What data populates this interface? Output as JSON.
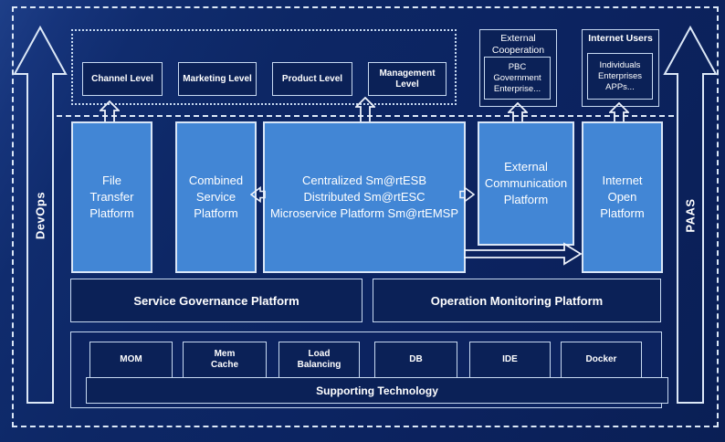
{
  "rails": {
    "devops": "DevOps",
    "paas": "PAAS"
  },
  "levels": {
    "items": [
      "Channel Level",
      "Marketing Level",
      "Product Level",
      "Management Level"
    ]
  },
  "external_cooperation": {
    "title": "External\nCooperation",
    "body": "PBC Government\nEnterprise..."
  },
  "internet_users": {
    "title": "Internet Users",
    "body": "Individuals\nEnterprises\nAPPs..."
  },
  "platforms": {
    "file_transfer": "File\nTransfer\nPlatform",
    "combined_service": "Combined\nService\nPlatform",
    "central": "Centralized Sm@rtESB\nDistributed Sm@rtESC\nMicroservice Platform Sm@rtEMSP",
    "external_communication": "External\nCommunication\nPlatform",
    "internet_open": "Internet\nOpen\nPlatform"
  },
  "governance": {
    "service": "Service Governance Platform",
    "operation": "Operation Monitoring Platform"
  },
  "supporting": {
    "items": [
      "MOM",
      "Mem\nCache",
      "Load\nBalancing",
      "DB",
      "IDE",
      "Docker"
    ],
    "title": "Supporting Technology"
  },
  "colors": {
    "background": "#0d2765",
    "light_box": "#4286d5",
    "dark_box": "#0b2157",
    "line": "#dce8f7"
  }
}
